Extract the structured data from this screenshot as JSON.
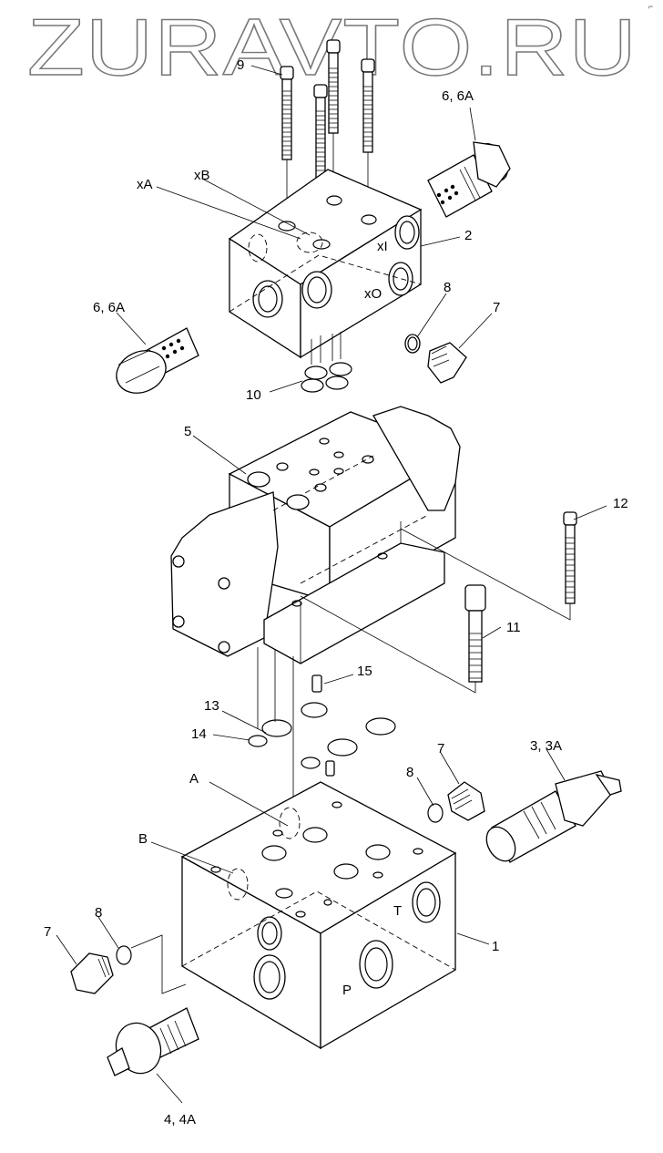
{
  "watermark": "ZURAVTO.RU",
  "corner_mark": "⌐",
  "part_labels": {
    "p9": "9",
    "p6a_top": "6, 6A",
    "p6a_left": "6, 6A",
    "p2": "2",
    "p8_top": "8",
    "p7_top": "7",
    "p10": "10",
    "p5": "5",
    "p12": "12",
    "p11": "11",
    "p15": "15",
    "p13": "13",
    "p14": "14",
    "p7_mid": "7",
    "p8_mid": "8",
    "p3": "3, 3A",
    "p1": "1",
    "p8_low": "8",
    "p7_low": "7",
    "p4": "4, 4A"
  },
  "port_labels": {
    "xA": "xA",
    "xB": "xB",
    "xI": "xI",
    "xO": "xO",
    "A": "A",
    "B": "B",
    "T": "T",
    "P": "P"
  },
  "colors": {
    "line": "#000000",
    "watermark": "#777777",
    "background": "#ffffff"
  }
}
